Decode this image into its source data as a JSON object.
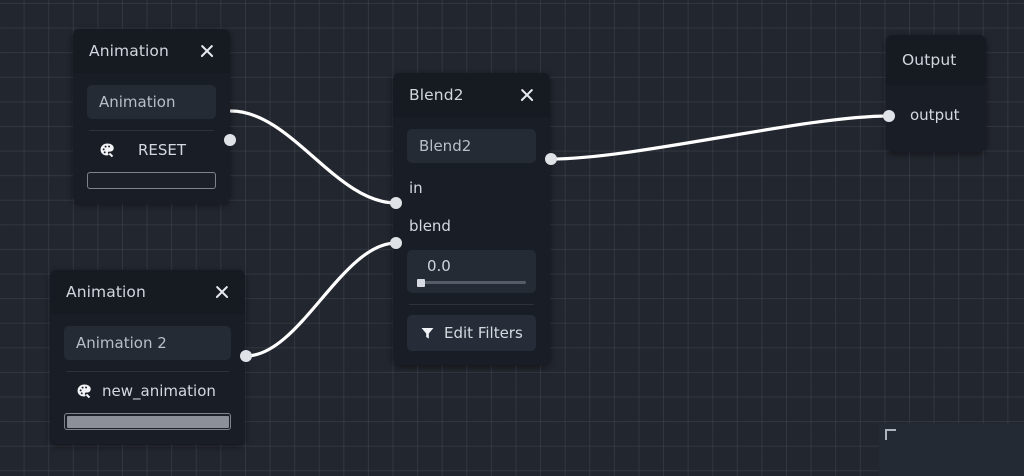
{
  "editor": {
    "name": "animation-blend-tree-graph",
    "background_color": "#22262e",
    "grid_color": "#828c9e",
    "wire_color": "#ffffff",
    "port_color": "#dfe3e8"
  },
  "nodes": [
    {
      "id": "animation-1",
      "title": "Animation",
      "close_label": "×",
      "name_field": "Animation",
      "icon": "palette-icon",
      "track_label": "RESET",
      "progress_percent": 0
    },
    {
      "id": "blend2",
      "title": "Blend2",
      "close_label": "×",
      "name_field": "Blend2",
      "input_in": "in",
      "input_blend": "blend",
      "blend_value": "0.0",
      "blend_percent": 0,
      "edit_filters_label": "Edit Filters",
      "filter_icon": "funnel-icon"
    },
    {
      "id": "animation-2",
      "title": "Animation",
      "close_label": "×",
      "name_field": "Animation 2",
      "icon": "palette-icon",
      "track_label": "new_animation",
      "progress_percent": 100
    },
    {
      "id": "output",
      "title": "Output",
      "port_label": "output"
    }
  ],
  "connections": [
    {
      "from": "animation-1.output",
      "to": "blend2.in"
    },
    {
      "from": "animation-2.output",
      "to": "blend2.blend"
    },
    {
      "from": "blend2.output",
      "to": "output.output"
    }
  ],
  "bottom_panel": {
    "corner_handle": "resize-corner"
  }
}
